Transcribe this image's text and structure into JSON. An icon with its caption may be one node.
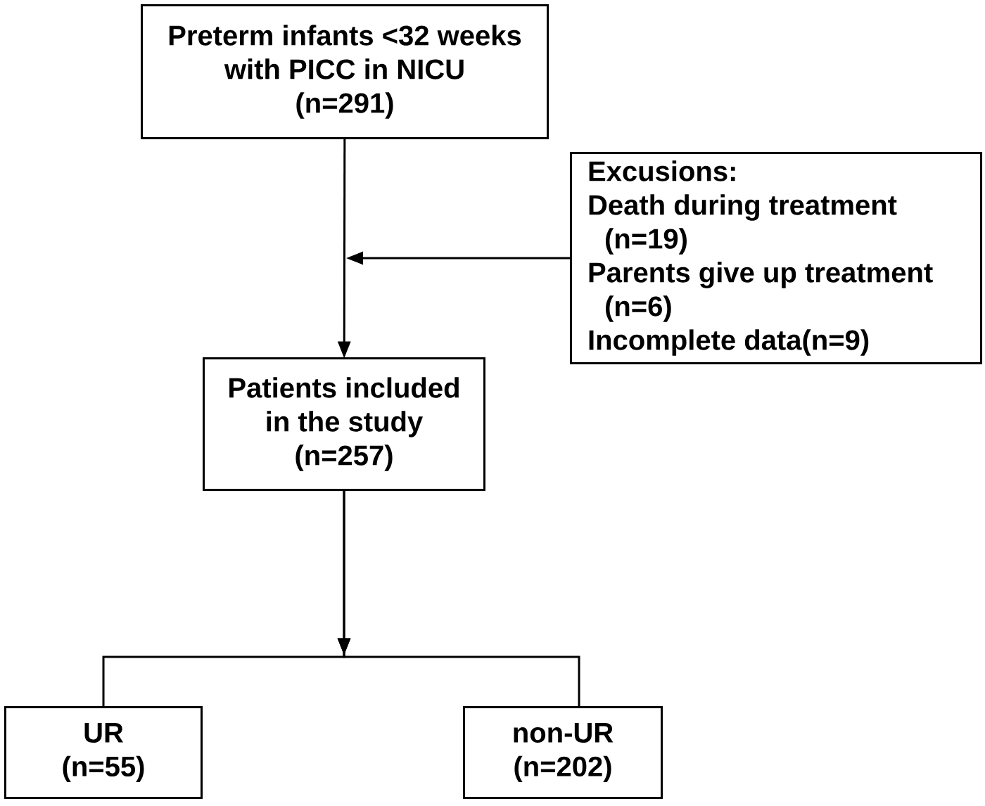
{
  "diagram": {
    "nodes": [
      {
        "text": [
          "Preterm infants <32 weeks with PICC in NICU",
          "(n=291)"
        ]
      },
      {
        "text": [
          "Excusions:",
          "Death during treatment (n=19)",
          "Parents give up treatment (n=6)",
          "Incomplete data(n=9)"
        ]
      },
      {
        "text": [
          "Patients included in the study",
          "(n=257)"
        ]
      },
      {
        "text": [
          "UR",
          "(n=55)"
        ]
      },
      {
        "text": [
          "non-UR",
          "(n=202)"
        ]
      }
    ],
    "edges": [
      {
        "from": 0,
        "to": 2,
        "arrow": "to"
      },
      {
        "from": 1,
        "to": null,
        "arrow": "to"
      },
      {
        "from": 2,
        "to": 3,
        "arrow": "to"
      },
      {
        "from": 2,
        "to": 4,
        "arrow": "to"
      }
    ]
  }
}
